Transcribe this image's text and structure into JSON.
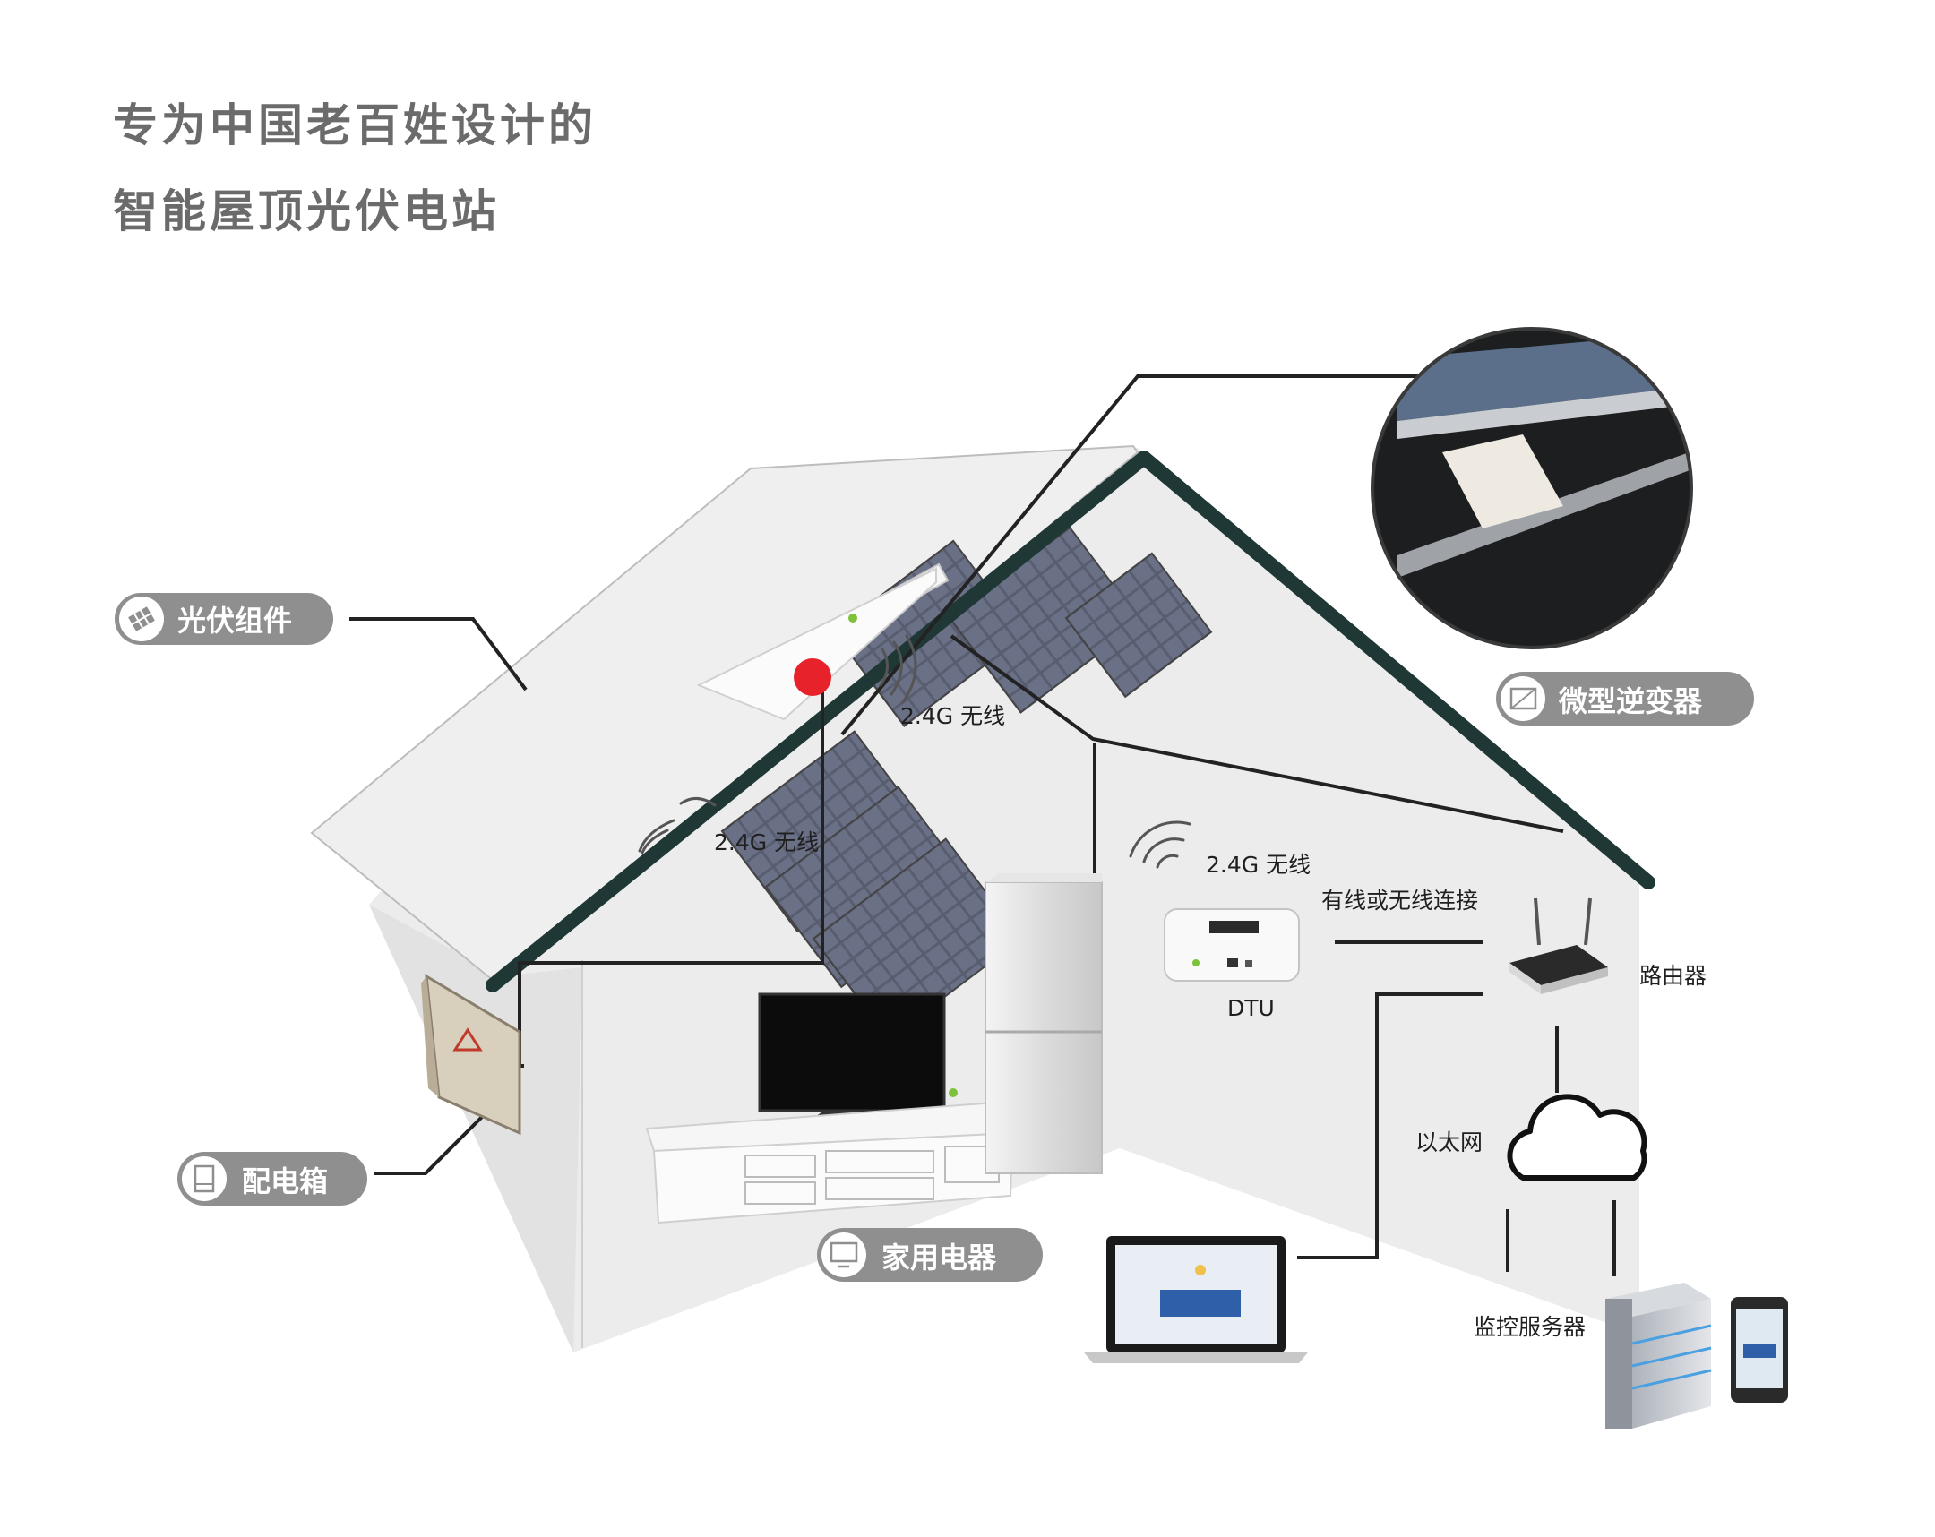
{
  "title": {
    "line1": "专为中国老百姓设计的",
    "line2": "智能屋顶光伏电站"
  },
  "callouts": {
    "pv_modules": "光伏组件",
    "micro_inverter": "微型逆变器",
    "distribution_box": "配电箱",
    "home_appliances": "家用电器"
  },
  "labels": {
    "wireless_roof": "2.4G 无线",
    "wireless_panel": "2.4G 无线",
    "wireless_dtu": "2.4G 无线",
    "wired_or_wireless": "有线或无线连接",
    "router": "路由器",
    "dtu": "DTU",
    "ethernet": "以太网",
    "monitoring_server": "监控服务器"
  },
  "icons": {
    "pv": "solar-panel-icon",
    "inverter": "inverter-icon",
    "box": "distribution-box-icon",
    "appliance": "monitor-icon"
  },
  "colors": {
    "roof_line": "#1f3836",
    "wall": "#ececec",
    "pill": "#8f8f8f",
    "status_red": "#e8222a",
    "status_green": "#7ec23b",
    "panel": "#5a5f73"
  }
}
